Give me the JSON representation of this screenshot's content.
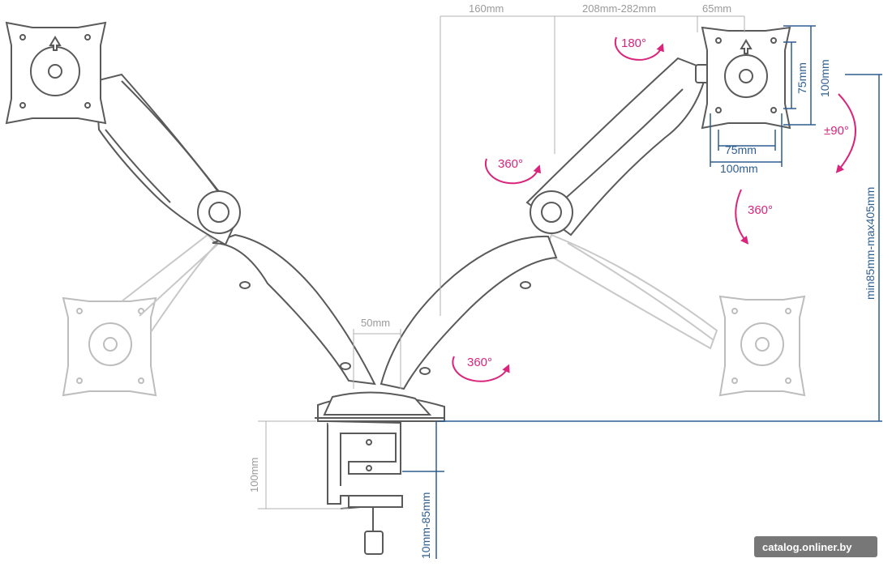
{
  "dimensions": {
    "arm_span_1": "160mm",
    "arm_span_2": "208mm-282mm",
    "arm_span_3": "65mm",
    "vesa_height_outer": "100mm",
    "vesa_height_inner": "75mm",
    "vesa_width_inner": "75mm",
    "vesa_width_outer": "100mm",
    "height_range": "min85mm-max405mm",
    "pole_gap": "50mm",
    "clamp_height": "100mm",
    "desk_thickness": "10mm-85mm"
  },
  "rotations": {
    "top": "180°",
    "tilt": "±90°",
    "arm_upper": "360°",
    "side": "360°",
    "arm_lower": "360°"
  },
  "colors": {
    "line": "#5a5a5a",
    "ghost": "#bdbdbd",
    "gray_dim": "#9a9a9a",
    "blue_dim": "#2d5d8f",
    "rotation": "#d9257b"
  },
  "watermark": "catalog.onliner.by"
}
